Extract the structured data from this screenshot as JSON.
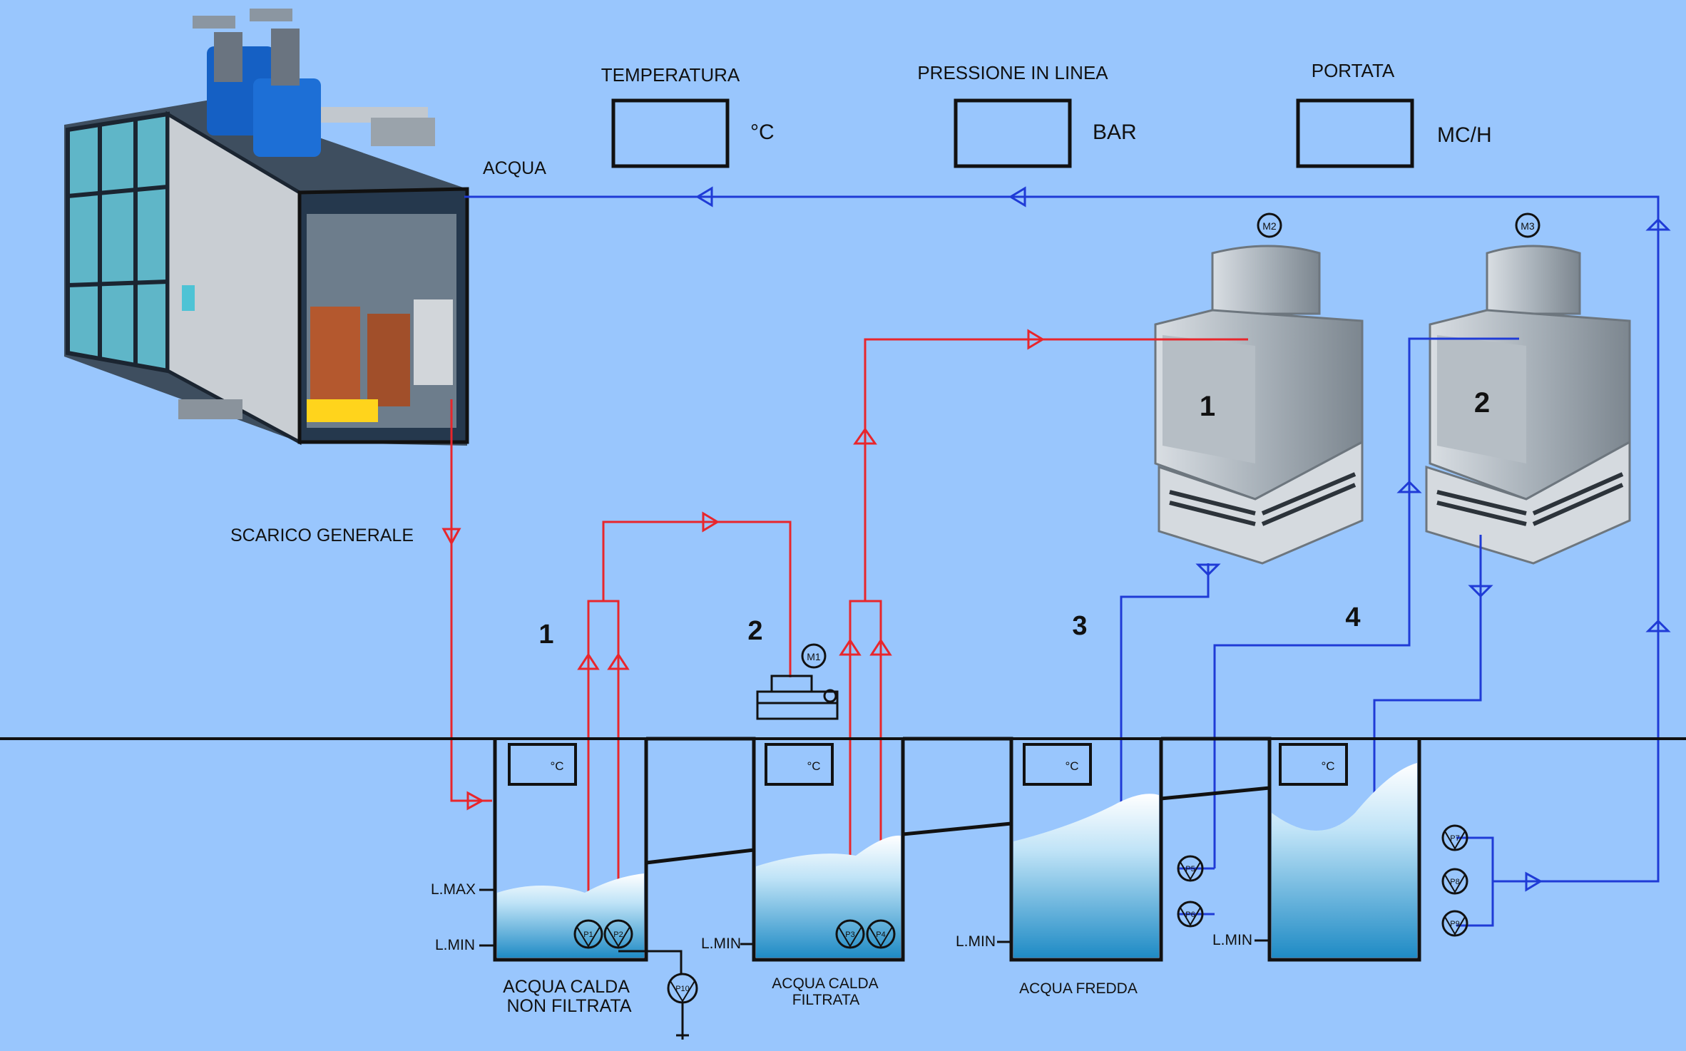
{
  "gauges": [
    {
      "title": "TEMPERATURA",
      "unit": "°C"
    },
    {
      "title": "PRESSIONE IN LINEA",
      "unit": "BAR"
    },
    {
      "title": "PORTATA",
      "unit": "MC/H"
    }
  ],
  "lines": {
    "water": "ACQUA",
    "drain": "SCARICO GENERALE"
  },
  "sections": [
    "1",
    "2",
    "3",
    "4"
  ],
  "towers": [
    {
      "number": "1",
      "motor": "M2"
    },
    {
      "number": "2",
      "motor": "M3"
    }
  ],
  "filter_motor": "M1",
  "tanks": [
    {
      "temp_unit": "°C",
      "lmax": "L.MAX",
      "lmin": "L.MIN",
      "name_line1": "ACQUA CALDA",
      "name_line2": "NON FILTRATA"
    },
    {
      "temp_unit": "°C",
      "lmin": "L.MIN",
      "name_line1": "ACQUA CALDA",
      "name_line2": "FILTRATA"
    },
    {
      "temp_unit": "°C",
      "lmin": "L.MIN",
      "name_line1": "ACQUA FREDDA"
    },
    {
      "temp_unit": "°C",
      "lmin": "L.MIN"
    }
  ],
  "pumps": [
    "P1",
    "P2",
    "P3",
    "P4",
    "P5",
    "P6",
    "P7",
    "P8",
    "P9",
    "P10"
  ],
  "colors": {
    "background": "#99c6fd",
    "hot_line": "#e8262c",
    "cold_line": "#1f3bd6",
    "outline": "#111111",
    "water": "#2b7fc9"
  }
}
